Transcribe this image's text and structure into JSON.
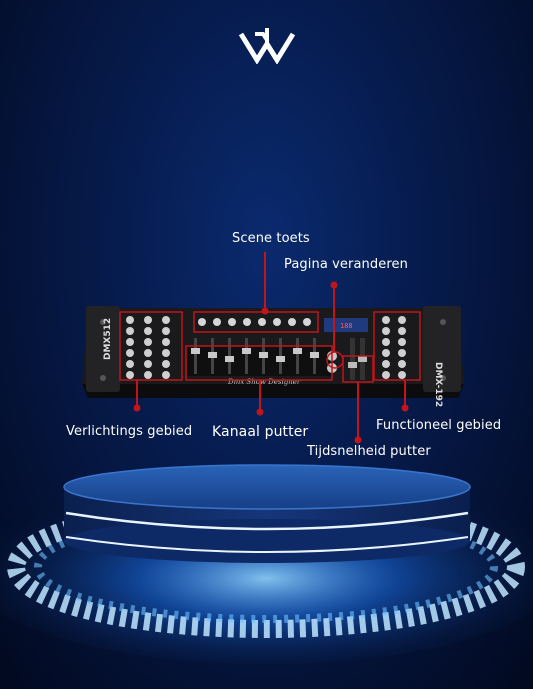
{
  "labels": {
    "scene_button": "Scene toets",
    "page_change": "Pagina veranderen",
    "lighting_area": "Verlichtings gebied",
    "channel_fader": "Kanaal putter",
    "function_area": "Functioneel gebied",
    "speed_fader": "Tijdsnelheid putter"
  },
  "device": {
    "left_panel_text": "DMX512",
    "right_panel_text": "DMX-192",
    "brand_script": "Dmx Show Designer"
  },
  "colors": {
    "callout": "#c0151b",
    "background_deep": "#02091f",
    "podium_top": "#1e4fa0",
    "podium_glow": "#6fc3ff"
  },
  "icons": {
    "logo": "dw-logo-icon"
  }
}
